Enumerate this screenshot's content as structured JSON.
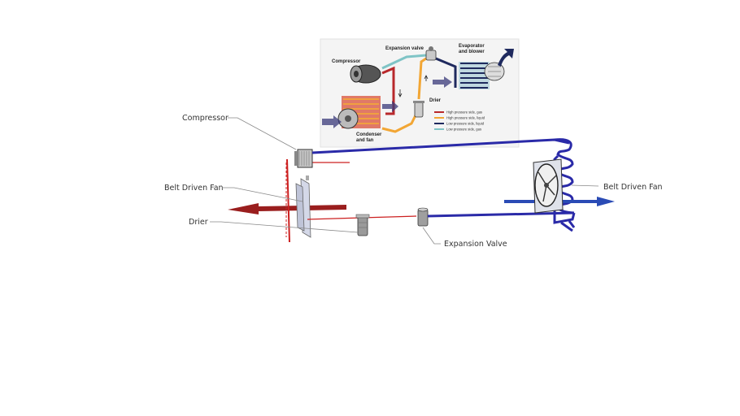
{
  "labels": {
    "compressor": "Compressor",
    "belt_fan_left": "Belt Driven Fan",
    "drier": "Drier",
    "expansion_valve": "Expansion Valve",
    "belt_fan_right": "Belt Driven Fan"
  },
  "inset": {
    "expansion_valve": "Expansion valve",
    "evaporator": [
      "Evaporator",
      "and blower"
    ],
    "compressor": "Compressor",
    "drier": "Drier",
    "condenser": [
      "Condenser",
      "and fan"
    ],
    "legend": [
      {
        "text": "High pressure side, gas",
        "color": "#b8282b"
      },
      {
        "text": "High pressure side, liquid",
        "color": "#f2a634"
      },
      {
        "text": "Low pressure side, liquid",
        "color": "#1f2a5e"
      },
      {
        "text": "Low pressure side, gas",
        "color": "#7fc4c6"
      }
    ]
  },
  "colors": {
    "refrigerant_line": "#2a2aa8",
    "red_line": "#cc2020",
    "hot_arrow": "#9a1e1e",
    "cool_arrow": "#2a4bb5"
  }
}
